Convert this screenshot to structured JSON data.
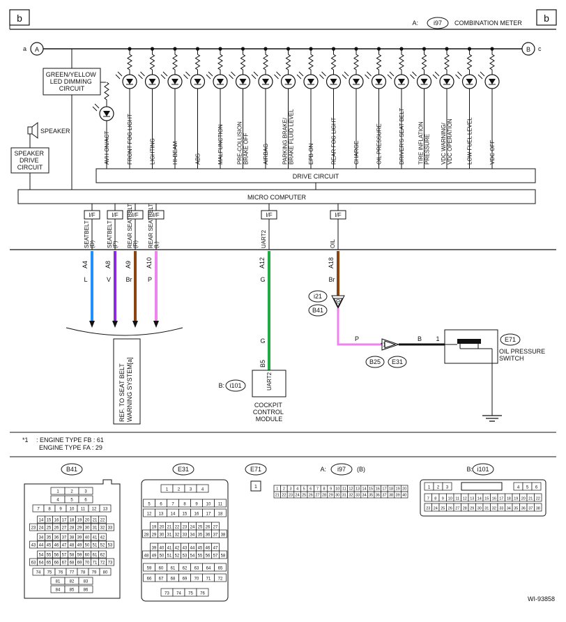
{
  "page": {
    "tag_left": "b",
    "tag_right": "b",
    "meter_prefix": "A:",
    "meter_conn": "i97",
    "meter_name": "COMBINATION METER",
    "drawing_id": "WI-93858"
  },
  "bus": {
    "left_ref": "A",
    "left_side": "a",
    "right_ref": "B",
    "right_side": "c"
  },
  "leds": [
    "AVH ON/ACT",
    "FRONT FOG LIGHT",
    "LIGHTING",
    "HI-BEAM",
    "ABS",
    "MALFUNCTION",
    "PRE-COLLISION BRAKE OFF",
    "AIRBAG",
    "PARKING BRAKE/ BRAKE FLUID LEVEL",
    "EPB ON",
    "REAR FOG LIGHT",
    "CHARGE",
    "OIL PRESSURE",
    "DRIVER'S SEAT BELT",
    "TIRE INFLATION PRESSURE",
    "VDC WARNING/ VDC OPERATION",
    "LOW FUEL LEVEL",
    "VDC OFF"
  ],
  "blocks": {
    "dimming": "GREEN/YELLOW LED DIMMING CIRCUIT",
    "speaker": "SPEAKER",
    "speaker_drive": "SPEAKER DRIVE CIRCUIT",
    "drive": "DRIVE CIRCUIT",
    "micro": "MICRO COMPUTER"
  },
  "signals": [
    {
      "if_label": "I/F",
      "name": "SEATBELT (D)",
      "pin": "A4",
      "color_code": "L",
      "color": "#1e90ff"
    },
    {
      "if_label": "I/F",
      "name": "SEATBELT (P)",
      "pin": "A8",
      "color_code": "V",
      "color": "#8a2be2"
    },
    {
      "if_label": "I/F",
      "name": "REAR SEATBELT (R)",
      "pin": "A9",
      "color_code": "Br",
      "color": "#8b4513"
    },
    {
      "if_label": "I/F",
      "name": "REAR SEATBELT (L)",
      "pin": "A10",
      "color_code": "P",
      "color": "#ee82ee"
    },
    {
      "if_label": "I/F",
      "name": "UART2",
      "pin": "A12",
      "color_code": "G",
      "color": "#22aa44"
    },
    {
      "if_label": "I/F",
      "name": "OIL",
      "pin": "A18",
      "color_code": "Br",
      "color": "#8b4513"
    }
  ],
  "seatbelt_ref": "REF. TO SEAT BELT WARNING SYSTEM[a]",
  "uart": {
    "color_code": "G",
    "pin": "B5",
    "pin_name": "UART2",
    "conn_prefix": "B:",
    "conn": "i101",
    "module": "COCKPIT CONTROL MODULE"
  },
  "oil": {
    "joint_top": "i21",
    "joint_bottom": "B41",
    "joint_pin": "20",
    "wire_p": "P",
    "wire_b": "B",
    "marker": "*1",
    "j2_left": "B25",
    "j2_right": "E31",
    "switch_pin": "1",
    "switch_conn": "E71",
    "switch_name": "OIL PRESSURE SWITCH"
  },
  "notes": {
    "mark": "*1",
    "line1": ": ENGINE TYPE FB : 61",
    "line2": "ENGINE TYPE FA : 29"
  },
  "connectors": {
    "b41_title": "B41",
    "b41_rows": [
      [
        "1",
        "2",
        "3"
      ],
      [
        "4",
        "5",
        "6"
      ],
      [
        "7",
        "8",
        "9",
        "10",
        "11",
        "12",
        "13"
      ],
      [
        "14",
        "15",
        "16",
        "17",
        "18",
        "19",
        "20",
        "21",
        "22"
      ],
      [
        "23",
        "24",
        "25",
        "26",
        "27",
        "28",
        "29",
        "30",
        "31",
        "32",
        "33"
      ],
      [
        "34",
        "35",
        "36",
        "37",
        "38",
        "39",
        "40",
        "41",
        "42"
      ],
      [
        "43",
        "44",
        "45",
        "46",
        "47",
        "48",
        "49",
        "50",
        "51",
        "52",
        "53"
      ],
      [
        "54",
        "55",
        "56",
        "57",
        "58",
        "59",
        "60",
        "61",
        "62"
      ],
      [
        "63",
        "64",
        "65",
        "66",
        "67",
        "68",
        "69",
        "70",
        "71",
        "72",
        "73"
      ],
      [
        "74",
        "75",
        "76",
        "77",
        "78",
        "79",
        "80"
      ],
      [
        "81",
        "82",
        "83"
      ],
      [
        "84",
        "85",
        "86"
      ]
    ],
    "e31_title": "E31",
    "e31_rows": [
      [
        "1",
        "2",
        "3",
        "4"
      ],
      [
        "5",
        "6",
        "7",
        "8",
        "9",
        "10",
        "11"
      ],
      [
        "12",
        "13",
        "14",
        "15",
        "16",
        "17",
        "18"
      ],
      [
        "19",
        "20",
        "21",
        "22",
        "23",
        "24",
        "25",
        "26",
        "27"
      ],
      [
        "28",
        "29",
        "30",
        "31",
        "32",
        "33",
        "34",
        "35",
        "36",
        "37",
        "38"
      ],
      [
        "39",
        "40",
        "41",
        "42",
        "43",
        "44",
        "45",
        "46",
        "47"
      ],
      [
        "48",
        "49",
        "50",
        "51",
        "52",
        "53",
        "54",
        "55",
        "56",
        "57",
        "58"
      ],
      [
        "59",
        "60",
        "61",
        "62",
        "63",
        "64",
        "65"
      ],
      [
        "66",
        "67",
        "68",
        "69",
        "70",
        "71",
        "72"
      ],
      [
        "73",
        "74",
        "75",
        "76"
      ]
    ],
    "e71_title": "E71",
    "e71_pin": "1",
    "i97_prefix": "A:",
    "i97_title": "i97",
    "i97_suffix": "(B)",
    "i97_rows": [
      [
        "1",
        "2",
        "3",
        "4",
        "5",
        "6",
        "7",
        "8",
        "9",
        "10",
        "11",
        "12",
        "13",
        "14",
        "15",
        "16",
        "17",
        "18",
        "19",
        "20"
      ],
      [
        "21",
        "22",
        "23",
        "24",
        "25",
        "26",
        "27",
        "28",
        "29",
        "30",
        "31",
        "32",
        "33",
        "34",
        "35",
        "36",
        "37",
        "38",
        "39",
        "40"
      ]
    ],
    "i101_prefix": "B:",
    "i101_title": "i101",
    "i101_rows": [
      [
        "1",
        "2",
        "3",
        "4",
        "5",
        "6"
      ],
      [
        "7",
        "8",
        "9",
        "10",
        "11",
        "12",
        "13",
        "14",
        "15",
        "16",
        "17",
        "18",
        "19",
        "20",
        "21",
        "22"
      ],
      [
        "23",
        "24",
        "25",
        "26",
        "27",
        "28",
        "29",
        "30",
        "31",
        "32",
        "33",
        "34",
        "35",
        "36",
        "37",
        "38"
      ]
    ]
  },
  "colors": {
    "line": "#111111",
    "ground": "#111111"
  }
}
